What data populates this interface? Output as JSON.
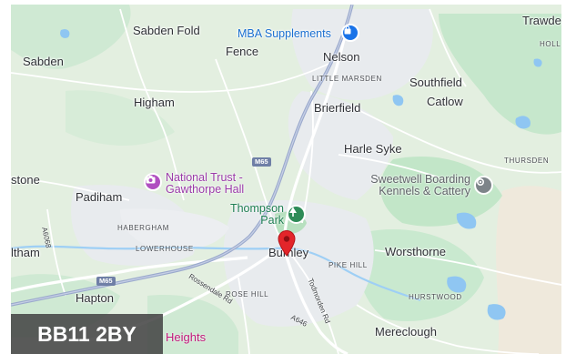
{
  "map": {
    "towns": {
      "sabden_fold": "Sabden Fold",
      "sabden": "Sabden",
      "fence": "Fence",
      "nelson": "Nelson",
      "trawden": "Trawde",
      "southfield": "Southfield",
      "catlow": "Catlow",
      "higham": "Higham",
      "brierfield": "Brierfield",
      "harle_syke": "Harle Syke",
      "padiham": "Padiham",
      "burnley": "Burnley",
      "worsthorne": "Worsthorne",
      "hapton": "Hapton",
      "mereclough": "Mereclough",
      "stone": "stone",
      "ltham": "ltham"
    },
    "areas": {
      "holl": "HOLL",
      "little_marsden": "LITTLE MARSDEN",
      "thursden": "THURSDEN",
      "habergham": "HABERGHAM",
      "lowerhouse": "LOWERHOUSE",
      "pike_hill": "PIKE HILL",
      "rose_hill": "ROSE HILL",
      "hurstwood": "HURSTWOOD"
    },
    "pois": {
      "mba_supplements": "MBA Supplements",
      "national_trust_line1": "National Trust -",
      "national_trust_line2": "Gawthorpe Hall",
      "thompson_park_line1": "Thompson",
      "thompson_park_line2": "Park",
      "sweetwell_line1": "Sweetwell Boarding",
      "sweetwell_line2": "Kennels & Cattery",
      "heights": "Heights"
    },
    "roads": {
      "m65_north": "M65",
      "m65_west": "M65",
      "a6068": "A6068",
      "a646": "A646",
      "rossendale_rd": "Rossendale Rd",
      "todmorden_rd": "Todmorden Rd"
    },
    "icons": {
      "location_pin": "red-location-pin",
      "shop": "shopping-bag-icon",
      "park": "tree-icon",
      "heritage": "camera-icon",
      "kennels": "grey-poi-icon"
    },
    "colors": {
      "land": "#e3efe0",
      "park": "#c2e6c8",
      "urban": "#e8ebee",
      "water": "#8fc6f2",
      "motorway": "#9aa9cc",
      "pin": "#e3252a"
    }
  },
  "postcode_label": "BB11 2BY"
}
